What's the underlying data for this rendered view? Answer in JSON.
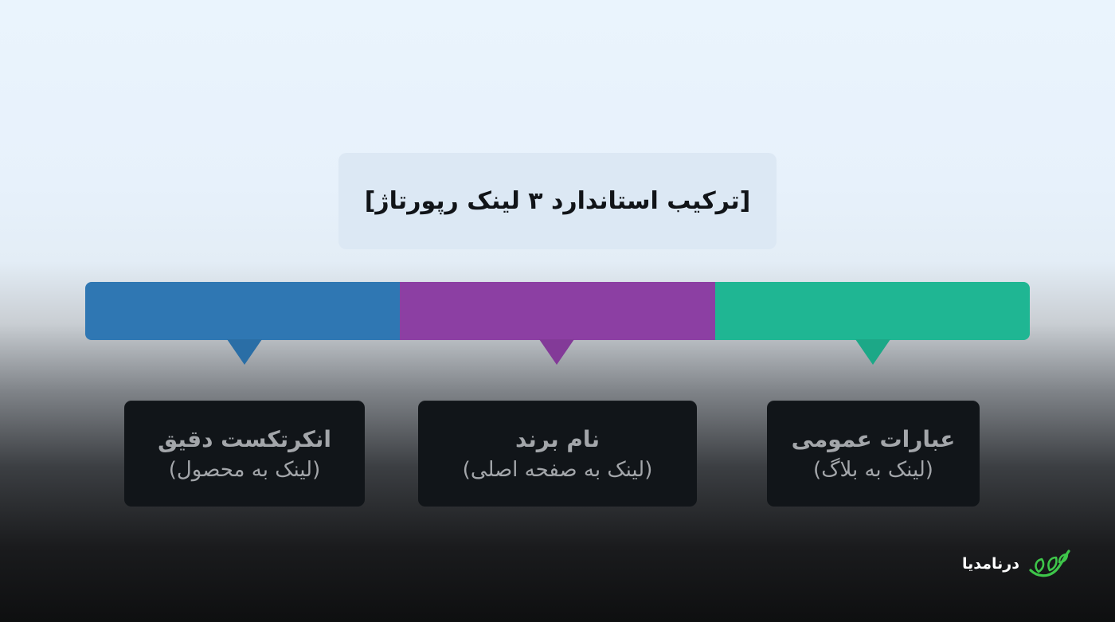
{
  "title": "[ترکیب استاندارد ۳ لینک رپورتاژ]",
  "segments": [
    {
      "color": "#2f77b3",
      "name": "blue"
    },
    {
      "color": "#8c3fa3",
      "name": "purple"
    },
    {
      "color": "#1fb693",
      "name": "green"
    }
  ],
  "cards": {
    "left": {
      "main": "انکرتکست دقیق",
      "sub": "(لینک به محصول)"
    },
    "middle": {
      "main": "نام برند",
      "sub": "(لینک به صفحه اصلی)"
    },
    "right": {
      "main": "عبارات عمومی",
      "sub": "(لینک به بلاگ)"
    }
  },
  "logo": {
    "text": "درنامدیا",
    "icon": "leaf-logo-icon",
    "color": "#3ec64a"
  }
}
